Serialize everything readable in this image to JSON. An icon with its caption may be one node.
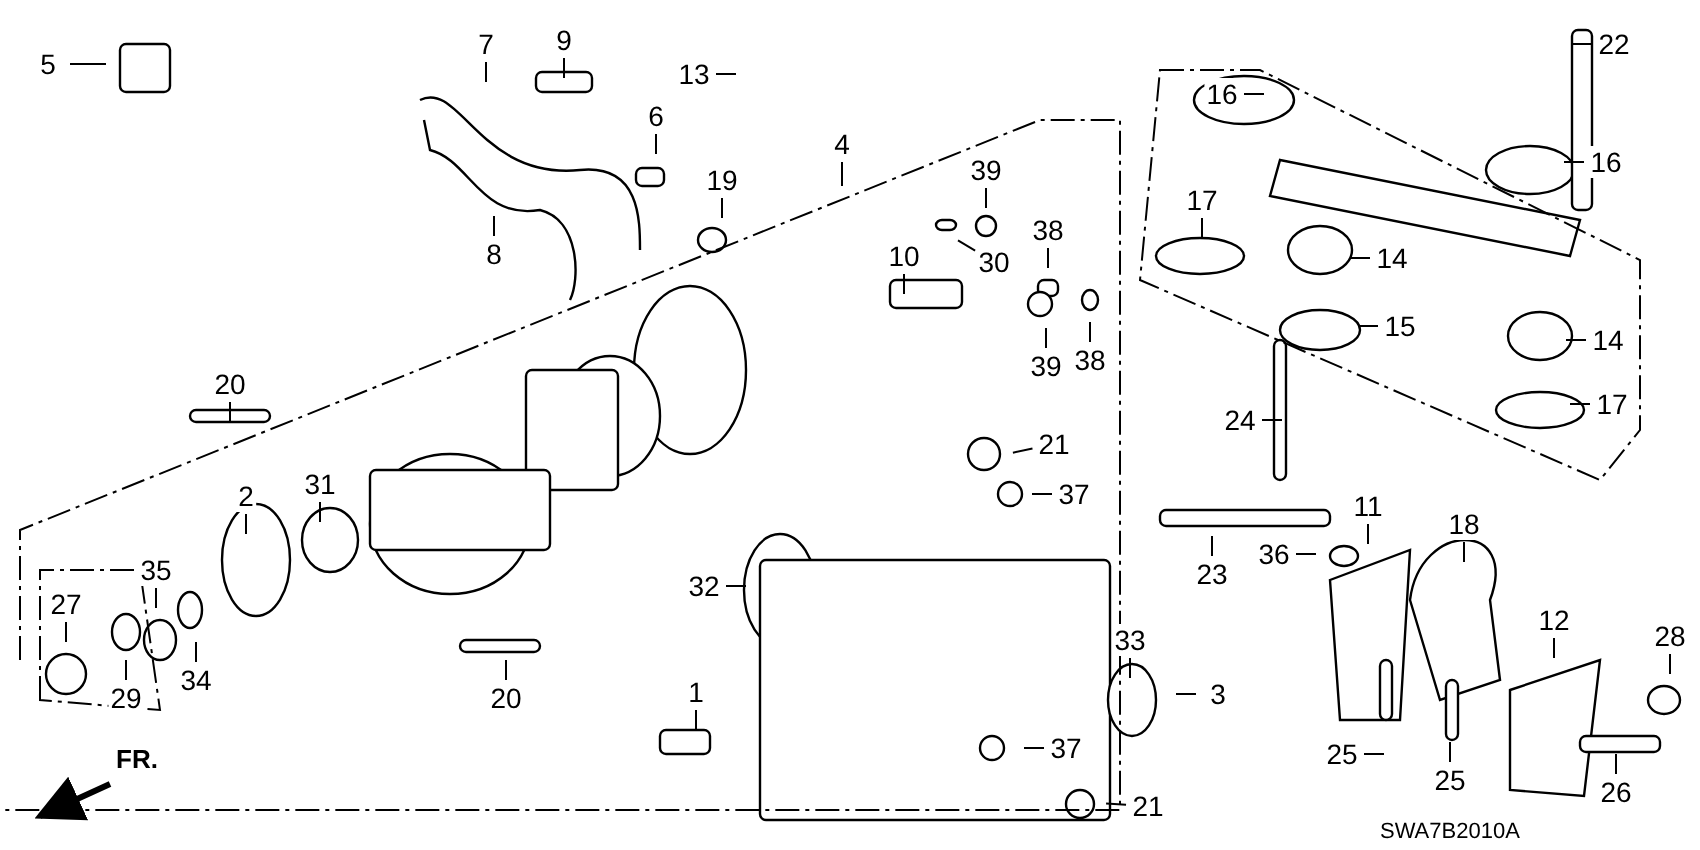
{
  "diagram": {
    "nodes": [
      {
        "text": [
          "5"
        ]
      },
      {
        "text": [
          "7"
        ]
      },
      {
        "text": [
          "9"
        ]
      },
      {
        "text": [
          "13"
        ]
      },
      {
        "text": [
          "22"
        ]
      },
      {
        "text": [
          "16"
        ]
      },
      {
        "text": [
          "6"
        ]
      },
      {
        "text": [
          "4"
        ]
      },
      {
        "text": [
          "16"
        ]
      },
      {
        "text": [
          "39"
        ]
      },
      {
        "text": [
          "19"
        ]
      },
      {
        "text": [
          "17"
        ]
      },
      {
        "text": [
          "38"
        ]
      },
      {
        "text": [
          "8"
        ]
      },
      {
        "text": [
          "10"
        ]
      },
      {
        "text": [
          "30"
        ]
      },
      {
        "text": [
          "14"
        ]
      },
      {
        "text": [
          "15"
        ]
      },
      {
        "text": [
          "14"
        ]
      },
      {
        "text": [
          "39"
        ]
      },
      {
        "text": [
          "38"
        ]
      },
      {
        "text": [
          "20"
        ]
      },
      {
        "text": [
          "17"
        ]
      },
      {
        "text": [
          "24"
        ]
      },
      {
        "text": [
          "21"
        ]
      },
      {
        "text": [
          "37"
        ]
      },
      {
        "text": [
          "2"
        ]
      },
      {
        "text": [
          "31"
        ]
      },
      {
        "text": [
          "11"
        ]
      },
      {
        "text": [
          "18"
        ]
      },
      {
        "text": [
          "23"
        ]
      },
      {
        "text": [
          "36"
        ]
      },
      {
        "text": [
          "35"
        ]
      },
      {
        "text": [
          "27"
        ]
      },
      {
        "text": [
          "32"
        ]
      },
      {
        "text": [
          "12"
        ]
      },
      {
        "text": [
          "28"
        ]
      },
      {
        "text": [
          "33"
        ]
      },
      {
        "text": [
          "34"
        ]
      },
      {
        "text": [
          "29"
        ]
      },
      {
        "text": [
          "20"
        ]
      },
      {
        "text": [
          "3"
        ]
      },
      {
        "text": [
          "1"
        ]
      },
      {
        "text": [
          "37"
        ]
      },
      {
        "text": [
          "25"
        ]
      },
      {
        "text": [
          "25"
        ]
      },
      {
        "text": [
          "21"
        ]
      },
      {
        "text": [
          "26"
        ]
      }
    ],
    "edges": [
      {
        "from": 0,
        "to": null,
        "arrow": "none"
      },
      {
        "from": 1,
        "to": null,
        "arrow": "none"
      },
      {
        "from": 2,
        "to": null,
        "arrow": "none"
      },
      {
        "from": 3,
        "to": null,
        "arrow": "none"
      },
      {
        "from": 4,
        "to": null,
        "arrow": "none"
      },
      {
        "from": 5,
        "to": null,
        "arrow": "none"
      },
      {
        "from": 6,
        "to": null,
        "arrow": "none"
      },
      {
        "from": 7,
        "to": null,
        "arrow": "none"
      },
      {
        "from": 8,
        "to": null,
        "arrow": "none"
      },
      {
        "from": 9,
        "to": null,
        "arrow": "none"
      },
      {
        "from": 10,
        "to": null,
        "arrow": "none"
      },
      {
        "from": 11,
        "to": null,
        "arrow": "none"
      },
      {
        "from": 12,
        "to": null,
        "arrow": "none"
      },
      {
        "from": 13,
        "to": null,
        "arrow": "none"
      },
      {
        "from": 14,
        "to": null,
        "arrow": "none"
      },
      {
        "from": 15,
        "to": null,
        "arrow": "none"
      },
      {
        "from": 16,
        "to": null,
        "arrow": "none"
      },
      {
        "from": 17,
        "to": null,
        "arrow": "none"
      },
      {
        "from": 18,
        "to": null,
        "arrow": "none"
      },
      {
        "from": 19,
        "to": null,
        "arrow": "none"
      },
      {
        "from": 20,
        "to": null,
        "arrow": "none"
      },
      {
        "from": 21,
        "to": null,
        "arrow": "none"
      },
      {
        "from": 22,
        "to": null,
        "arrow": "none"
      },
      {
        "from": 23,
        "to": null,
        "arrow": "none"
      },
      {
        "from": 24,
        "to": null,
        "arrow": "none"
      },
      {
        "from": 25,
        "to": null,
        "arrow": "none"
      },
      {
        "from": 26,
        "to": null,
        "arrow": "none"
      },
      {
        "from": 27,
        "to": null,
        "arrow": "none"
      },
      {
        "from": 28,
        "to": null,
        "arrow": "none"
      },
      {
        "from": 29,
        "to": null,
        "arrow": "none"
      },
      {
        "from": 30,
        "to": null,
        "arrow": "none"
      },
      {
        "from": 31,
        "to": null,
        "arrow": "none"
      },
      {
        "from": 32,
        "to": null,
        "arrow": "none"
      },
      {
        "from": 33,
        "to": null,
        "arrow": "none"
      },
      {
        "from": 34,
        "to": null,
        "arrow": "none"
      },
      {
        "from": 35,
        "to": null,
        "arrow": "none"
      },
      {
        "from": 36,
        "to": null,
        "arrow": "none"
      },
      {
        "from": 37,
        "to": null,
        "arrow": "none"
      },
      {
        "from": 38,
        "to": null,
        "arrow": "none"
      },
      {
        "from": 39,
        "to": null,
        "arrow": "none"
      },
      {
        "from": 40,
        "to": null,
        "arrow": "none"
      },
      {
        "from": 41,
        "to": null,
        "arrow": "none"
      },
      {
        "from": 42,
        "to": null,
        "arrow": "none"
      },
      {
        "from": 43,
        "to": null,
        "arrow": "none"
      },
      {
        "from": 44,
        "to": null,
        "arrow": "none"
      },
      {
        "from": 45,
        "to": null,
        "arrow": "none"
      },
      {
        "from": 46,
        "to": null,
        "arrow": "none"
      },
      {
        "from": 47,
        "to": null,
        "arrow": "none"
      }
    ],
    "labels": [
      "FR.",
      "SWA7B2010A"
    ]
  }
}
